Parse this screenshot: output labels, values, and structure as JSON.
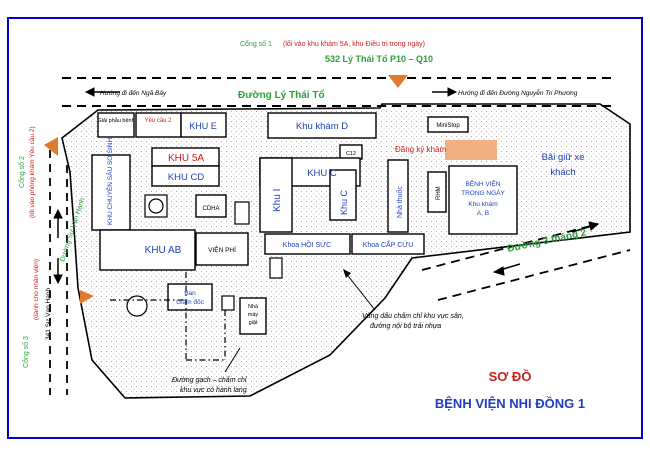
{
  "gates": {
    "gate1": {
      "label": "Cổng số 1",
      "note": "(lối vào khu khám 5A, khu Điều trị trong ngày)"
    },
    "gate1_address": "532  Lý Thái Tổ  P10 – Q10",
    "gate2": {
      "label": "Cổng số 2",
      "note": "(lối vào phòng khám Yêu cầu 2)"
    },
    "gate3": {
      "label": "Cổng số 3",
      "note": "(dành cho nhân viên)"
    },
    "gate3_address": "341 Sư Vạn Hạnh"
  },
  "streets": {
    "ly_thai_to": "Đường Lý Thái Tổ",
    "to_nga_bay": "Hướng đi đến Ngã Bảy",
    "to_nguyen_tri_phuong": "Hướng đi đến Đường Nguyễn Tri Phương",
    "su_van_hanh": "Đường Sư Vạn Hạnh",
    "ba_thang_hai": "Đường 3 tháng 2"
  },
  "buildings": {
    "giai_phau_benh": "Giải phẫu bệnh",
    "yeu_cau_2": "Yêu cầu 2",
    "khu_e": "KHU E",
    "khu_kham_d": "Khu khám D",
    "minishop": "MiniStop",
    "dang_ky_kham": "Đăng ký khám",
    "bai_giu_xe_line1": "Bãi giữ xe",
    "bai_giu_xe_line2": "khách",
    "khu_5a": "KHU 5A",
    "khu_cd": "KHU CD",
    "c12": "C12",
    "khu_c": "KHU C",
    "khu_i": "Khu I",
    "khu_c_small": "Khu C",
    "nha_thuoc": "Nhà thuốc",
    "rhm": "RHM",
    "benh_vien_trong_ngay_line1": "BỆNH VIỆN",
    "benh_vien_trong_ngay_line2": "TRONG NGÀY",
    "benh_vien_trong_ngay_line3": "Khu khám",
    "benh_vien_trong_ngay_line4": "A, B",
    "khu_chuyen_sau_so_sinh": "KHU CHUYÊN SÂU SƠ SINH",
    "cdha": "CDHA",
    "khu_ab": "KHU  AB",
    "vien_phi": "VIỆN PHÍ",
    "khoa_hoi_suc": "Khoa HỒI SỨC",
    "khoa_cap_cuu": "Khoa CẤP CỨU",
    "ban_giam_doc_line1": "Ban",
    "ban_giam_doc_line2": "Giám đốc",
    "nha_may_giat_line1": "Nhà",
    "nha_may_giat_line2": "máy",
    "nha_may_giat_line3": "giặt"
  },
  "legend": {
    "dots_line1": "Vùng dấu chấm chỉ khu vực sân,",
    "dots_line2": "đường nội bộ trải nhựa",
    "brick_line1": "Đường gạch – chấm chỉ",
    "brick_line2": "khu vực có hành lang"
  },
  "title": {
    "line1": "SƠ ĐỒ",
    "line2": "BỆNH VIỆN NHI ĐỒNG 1"
  },
  "colors": {
    "frame_blue": "#0000cc",
    "building_text": "#1f3fbf",
    "street_green": "#2e9e3a",
    "gate_red": "#cc1f1f",
    "gate_arrow": "#e07a2e",
    "registration_box": "#f0b084",
    "title_red": "#cc1f1f",
    "title_blue": "#1f3fbf"
  }
}
